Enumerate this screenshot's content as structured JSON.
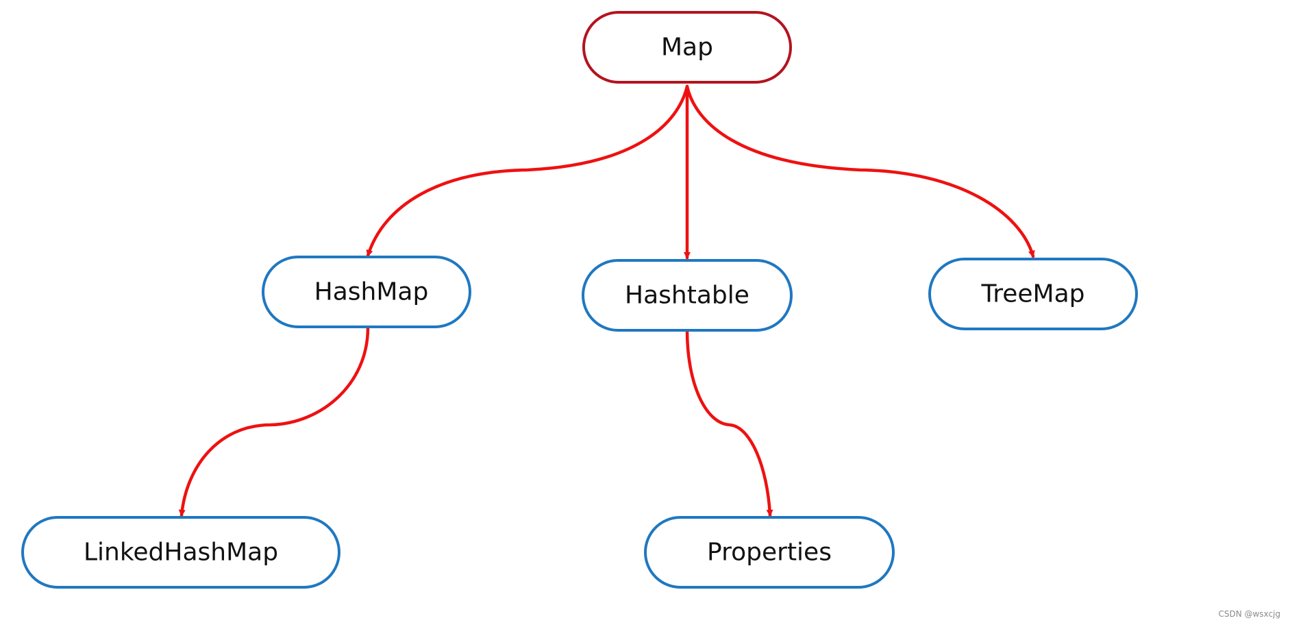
{
  "colors": {
    "root_stroke": "#b3141f",
    "child_stroke": "#1f78c1",
    "edge_color": "#ee1111",
    "text": "#111111",
    "background": "#ffffff"
  },
  "nodes": {
    "map": {
      "label": "Map"
    },
    "hashmap": {
      "label": "HashMap"
    },
    "hashtable": {
      "label": "Hashtable"
    },
    "treemap": {
      "label": "TreeMap"
    },
    "linkedhashmap": {
      "label": "LinkedHashMap"
    },
    "properties": {
      "label": "Properties"
    }
  },
  "edges": [
    {
      "from": "Map",
      "to": "HashMap"
    },
    {
      "from": "Map",
      "to": "Hashtable"
    },
    {
      "from": "Map",
      "to": "TreeMap"
    },
    {
      "from": "HashMap",
      "to": "LinkedHashMap"
    },
    {
      "from": "Hashtable",
      "to": "Properties"
    }
  ],
  "watermark": "CSDN @wsxcjg"
}
